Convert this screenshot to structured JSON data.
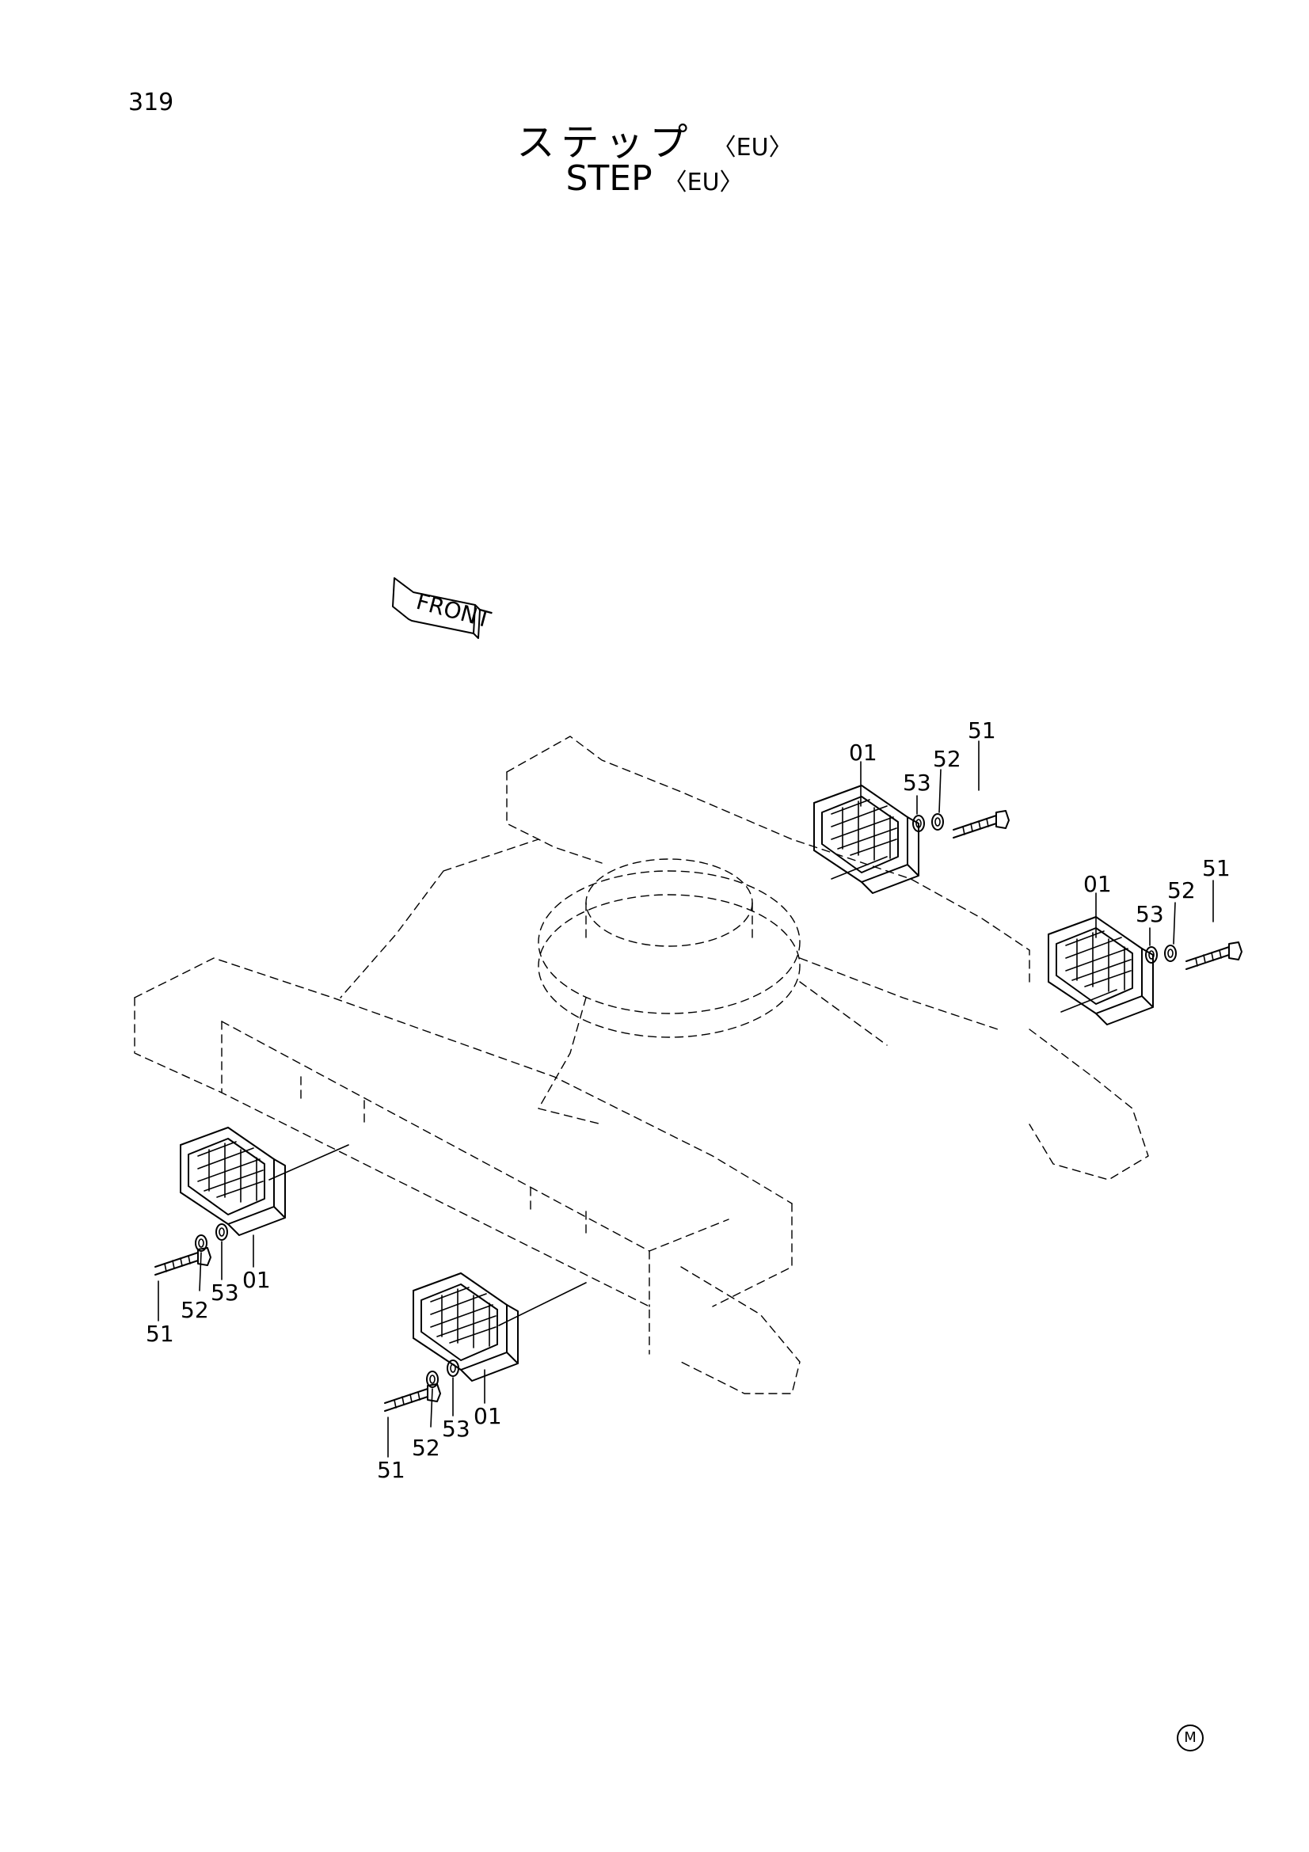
{
  "page": {
    "number": "319"
  },
  "title": {
    "japanese": "ステップ",
    "english": "STEP",
    "region": "〈EU〉"
  },
  "front_label": "FRONT",
  "callouts": {
    "step": "01",
    "bolt": "51",
    "lock_washer": "52",
    "washer": "53"
  },
  "marker": "M"
}
